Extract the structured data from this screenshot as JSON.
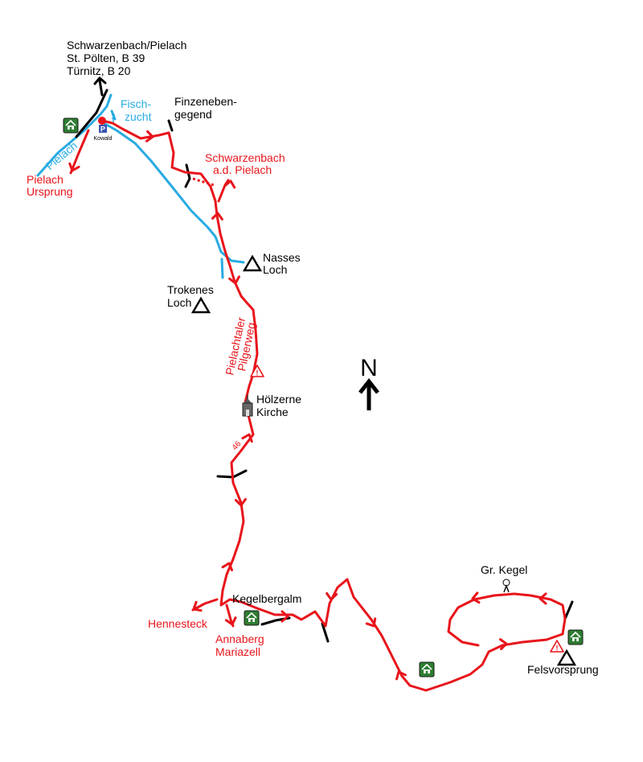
{
  "colors": {
    "route": "#e8141b",
    "river": "#29abe2",
    "road": "#000000",
    "hut": "#2e7d32",
    "parking": "#3a56b3"
  },
  "labels": {
    "dest_line1": "Schwarzenbach/Pielach",
    "dest_line2": "St. Pölten, B 39",
    "dest_line3": "Türnitz, B 20",
    "fischzucht_1": "Fisch-",
    "fischzucht_2": "zucht",
    "finzeneben_1": "Finzeneben-",
    "finzeneben_2": "gegend",
    "schwarzenbach_1": "Schwarzenbach",
    "schwarzenbach_2": "a.d. Pielach",
    "pielach_river": "Pielach",
    "pielach_ursprung_1": "Pielach",
    "pielach_ursprung_2": "Ursprung",
    "kowald": "Kowald",
    "parking": "P",
    "nasses_1": "Nasses",
    "nasses_2": "Loch",
    "trokenes_1": "Trokenes",
    "trokenes_2": "Loch",
    "pilgerweg_1": "Pielachtaler",
    "pilgerweg_2": "Pilgerweg",
    "kirche_1": "Hölzerne",
    "kirche_2": "Kirche",
    "route_number": "46",
    "north": "N",
    "kegelbergalm": "Kegelbergalm",
    "hennesteck": "Hennesteck",
    "annaberg_1": "Annaberg",
    "annaberg_2": "Mariazell",
    "gr_kegel": "Gr. Kegel",
    "felsvorsprung": "Felsvorsprung"
  },
  "icons": [
    "hut-icon",
    "parking-icon",
    "church-icon",
    "warning-icon",
    "summit-icon",
    "cave-icon",
    "north-arrow-icon"
  ]
}
